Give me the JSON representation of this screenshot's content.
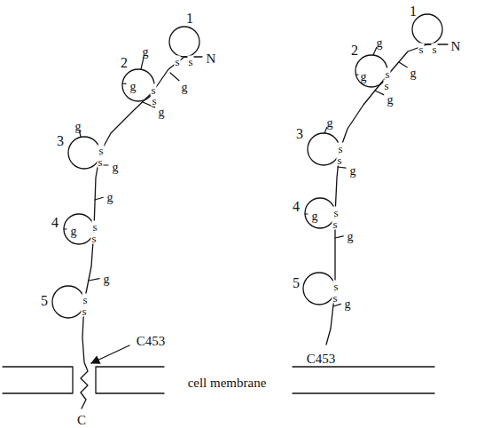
{
  "diagram": {
    "labels": [
      "1",
      "2",
      "3",
      "4",
      "5",
      "N",
      "s",
      "s",
      "s",
      "s",
      "s",
      "s",
      "s",
      "s",
      "s",
      "s",
      "g",
      "g",
      "g",
      "g",
      "g",
      "g",
      "g",
      "g",
      "g",
      "C453",
      "C",
      "cell membrane",
      "1",
      "2",
      "3",
      "4",
      "5",
      "N",
      "s",
      "s",
      "s",
      "s",
      "s",
      "s",
      "s",
      "s",
      "s",
      "s",
      "g",
      "g",
      "g",
      "g",
      "g",
      "g",
      "g",
      "g",
      "g",
      "C453"
    ]
  }
}
